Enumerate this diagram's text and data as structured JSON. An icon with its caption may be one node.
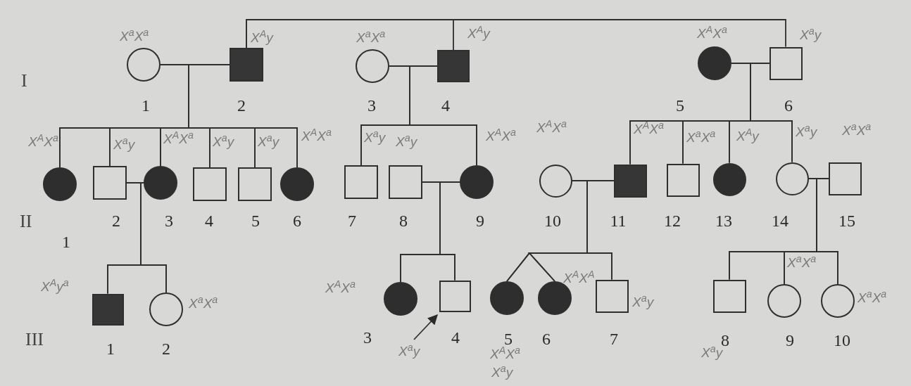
{
  "diagram": {
    "nodes": [
      {
        "text": [],
        "shape": "circle",
        "beside": [
          "1",
          "X$^{a}$X$^{a}$"
        ]
      },
      {
        "text": [],
        "shape": "filled-box",
        "beside": [
          "2",
          "X$^{A}$y"
        ]
      },
      {
        "text": [],
        "shape": "circle",
        "beside": [
          "3",
          "X$^{a}$X$^{a}$"
        ]
      },
      {
        "text": [],
        "shape": "filled-box",
        "beside": [
          "4",
          "X$^{A}$y"
        ]
      },
      {
        "text": [],
        "shape": "filled-circle",
        "beside": [
          "5",
          "X$^{A}$X$^{a}$"
        ]
      },
      {
        "text": [],
        "shape": "box",
        "beside": [
          "6",
          "X$^{a}$y"
        ]
      },
      {
        "text": [],
        "shape": "filled-circle",
        "beside": [
          "1",
          "X$^{A}$X$^{a}$"
        ]
      },
      {
        "text": [],
        "shape": "box",
        "beside": [
          "2",
          "X$^{a}$y"
        ]
      },
      {
        "text": [],
        "shape": "filled-circle",
        "beside": [
          "3",
          "X$^{A}$X$^{a}$"
        ]
      },
      {
        "text": [],
        "shape": "box",
        "beside": [
          "4",
          "X$^{a}$y"
        ]
      },
      {
        "text": [],
        "shape": "box",
        "beside": [
          "5",
          "X$^{a}$y"
        ]
      },
      {
        "text": [],
        "shape": "filled-circle",
        "beside": [
          "6",
          "X$^{A}$X$^{a}$"
        ]
      },
      {
        "text": [],
        "shape": "box",
        "beside": [
          "7",
          "X$^{a}$y"
        ]
      },
      {
        "text": [],
        "shape": "box",
        "beside": [
          "8",
          "X$^{a}$y"
        ]
      },
      {
        "text": [],
        "shape": "filled-circle",
        "beside": [
          "9",
          "X$^{A}$X$^{a}$"
        ]
      },
      {
        "text": [],
        "shape": "circle",
        "beside": [
          "10",
          "X$^{A}$X$^{a}$"
        ]
      },
      {
        "text": [],
        "shape": "filled-box",
        "beside": [
          "11",
          "X$^{A}$X$^{a}$"
        ]
      },
      {
        "text": [],
        "shape": "box",
        "beside": [
          "12",
          "X$^{a}$X$^{a}$"
        ]
      },
      {
        "text": [],
        "shape": "filled-circle",
        "beside": [
          "13",
          "X$^{A}$y"
        ]
      },
      {
        "text": [],
        "shape": "circle",
        "beside": [
          "14",
          "X$^{a}$y"
        ]
      },
      {
        "text": [],
        "shape": "box",
        "beside": [
          "15",
          "X$^{a}$X$^{a}$"
        ]
      },
      {
        "text": [],
        "shape": "filled-box",
        "beside": [
          "1",
          "X$^{A}$y$^{a}$"
        ]
      },
      {
        "text": [],
        "shape": "circle",
        "beside": [
          "2",
          "X$^{a}$X$^{a}$"
        ]
      },
      {
        "text": [],
        "shape": "filled-circle",
        "beside": [
          "3",
          "X$^{A}$X$^{a}$"
        ]
      },
      {
        "text": [],
        "shape": "box",
        "beside": [
          "4",
          "X$^{a}$y"
        ]
      },
      {
        "text": [],
        "shape": "filled-circle",
        "beside": [
          "5",
          "X$^{A}$X$^{a}$",
          "X$^{a}$y"
        ]
      },
      {
        "text": [],
        "shape": "filled-circle",
        "beside": [
          "6",
          "X$^{A}$X$^{A}$"
        ]
      },
      {
        "text": [],
        "shape": "box",
        "beside": [
          "7",
          "X$^{a}$y"
        ]
      },
      {
        "text": [],
        "shape": "box",
        "beside": [
          "8",
          "X$^{a}$y"
        ]
      },
      {
        "text": [],
        "shape": "circle",
        "beside": [
          "9",
          "X$^{a}$X$^{a}$"
        ]
      },
      {
        "text": [],
        "shape": "circle",
        "beside": [
          "10",
          "X$^{a}$X$^{a}$"
        ]
      }
    ],
    "edges": [
      {
        "from": 1,
        "to": 3,
        "arrow": "none"
      },
      {
        "from": 1,
        "to": 5,
        "arrow": "none"
      },
      {
        "from": 0,
        "to": 1,
        "arrow": "none"
      },
      {
        "from": 2,
        "to": 3,
        "arrow": "none"
      },
      {
        "from": 4,
        "to": 5,
        "arrow": "none"
      },
      {
        "from": 7,
        "to": 8,
        "arrow": "none"
      },
      {
        "from": 13,
        "to": 14,
        "arrow": "none"
      },
      {
        "from": 15,
        "to": 16,
        "arrow": "none"
      },
      {
        "from": 19,
        "to": 20,
        "arrow": "none"
      },
      {
        "from": 0,
        "to": 6,
        "arrow": "none"
      },
      {
        "from": 1,
        "to": 6,
        "arrow": "none"
      },
      {
        "from": 0,
        "to": 7,
        "arrow": "none"
      },
      {
        "from": 1,
        "to": 7,
        "arrow": "none"
      },
      {
        "from": 0,
        "to": 8,
        "arrow": "none"
      },
      {
        "from": 1,
        "to": 8,
        "arrow": "none"
      },
      {
        "from": 0,
        "to": 9,
        "arrow": "none"
      },
      {
        "from": 1,
        "to": 9,
        "arrow": "none"
      },
      {
        "from": 0,
        "to": 10,
        "arrow": "none"
      },
      {
        "from": 1,
        "to": 10,
        "arrow": "none"
      },
      {
        "from": 0,
        "to": 11,
        "arrow": "none"
      },
      {
        "from": 1,
        "to": 11,
        "arrow": "none"
      },
      {
        "from": 2,
        "to": 12,
        "arrow": "none"
      },
      {
        "from": 3,
        "to": 12,
        "arrow": "none"
      },
      {
        "from": 2,
        "to": 14,
        "arrow": "none"
      },
      {
        "from": 3,
        "to": 14,
        "arrow": "none"
      },
      {
        "from": 4,
        "to": 16,
        "arrow": "none"
      },
      {
        "from": 5,
        "to": 16,
        "arrow": "none"
      },
      {
        "from": 4,
        "to": 17,
        "arrow": "none"
      },
      {
        "from": 5,
        "to": 17,
        "arrow": "none"
      },
      {
        "from": 4,
        "to": 18,
        "arrow": "none"
      },
      {
        "from": 5,
        "to": 18,
        "arrow": "none"
      },
      {
        "from": 4,
        "to": 19,
        "arrow": "none"
      },
      {
        "from": 5,
        "to": 19,
        "arrow": "none"
      },
      {
        "from": 7,
        "to": 21,
        "arrow": "none"
      },
      {
        "from": 8,
        "to": 21,
        "arrow": "none"
      },
      {
        "from": 7,
        "to": 22,
        "arrow": "none"
      },
      {
        "from": 8,
        "to": 22,
        "arrow": "none"
      },
      {
        "from": 13,
        "to": 23,
        "arrow": "none"
      },
      {
        "from": 14,
        "to": 23,
        "arrow": "none"
      },
      {
        "from": 13,
        "to": 24,
        "arrow": "none"
      },
      {
        "from": 14,
        "to": 24,
        "arrow": "none"
      },
      {
        "from": 15,
        "to": 25,
        "arrow": "none"
      },
      {
        "from": 16,
        "to": 25,
        "arrow": "none"
      },
      {
        "from": 15,
        "to": 26,
        "arrow": "none"
      },
      {
        "from": 16,
        "to": 26,
        "arrow": "none"
      },
      {
        "from": 15,
        "to": 27,
        "arrow": "none"
      },
      {
        "from": 16,
        "to": 27,
        "arrow": "none"
      },
      {
        "from": 19,
        "to": 28,
        "arrow": "none"
      },
      {
        "from": 20,
        "to": 28,
        "arrow": "none"
      },
      {
        "from": 19,
        "to": 29,
        "arrow": "none"
      },
      {
        "from": 20,
        "to": 29,
        "arrow": "none"
      },
      {
        "from": 19,
        "to": 30,
        "arrow": "none"
      },
      {
        "from": 20,
        "to": 30,
        "arrow": "none"
      },
      {
        "from": null,
        "to": 24,
        "arrow": "to"
      }
    ],
    "labels": [
      "I",
      "II",
      "III"
    ]
  }
}
